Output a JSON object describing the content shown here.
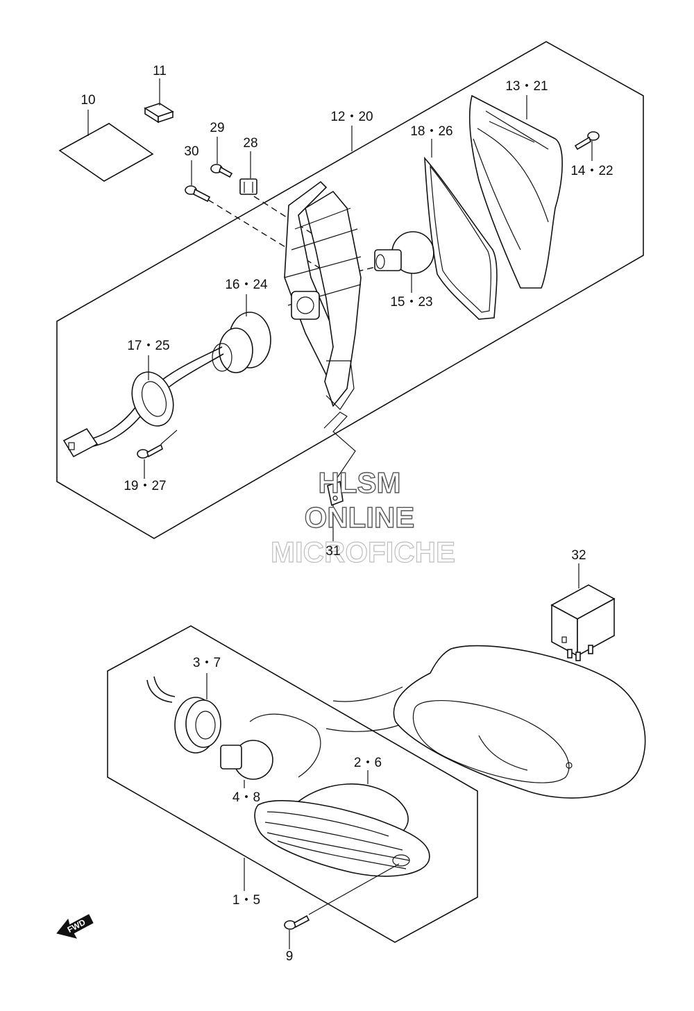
{
  "callouts": {
    "p10": "10",
    "p11": "11",
    "p29": "29",
    "p28": "28",
    "p30": "30",
    "p12_20": "12・20",
    "p18_26": "18・26",
    "p13_21": "13・21",
    "p14_22": "14・22",
    "p15_23": "15・23",
    "p16_24": "16・24",
    "p17_25": "17・25",
    "p19_27": "19・27",
    "p31": "31",
    "p32": "32",
    "p3_7": "3・7",
    "p4_8": "4・8",
    "p2_6": "2・6",
    "p1_5": "1・5",
    "p9": "9"
  },
  "watermark": {
    "line1": "HLSM",
    "line2": "ONLINE",
    "line3": "MICROFICHE"
  },
  "direction_arrow": {
    "label": "FWD"
  }
}
